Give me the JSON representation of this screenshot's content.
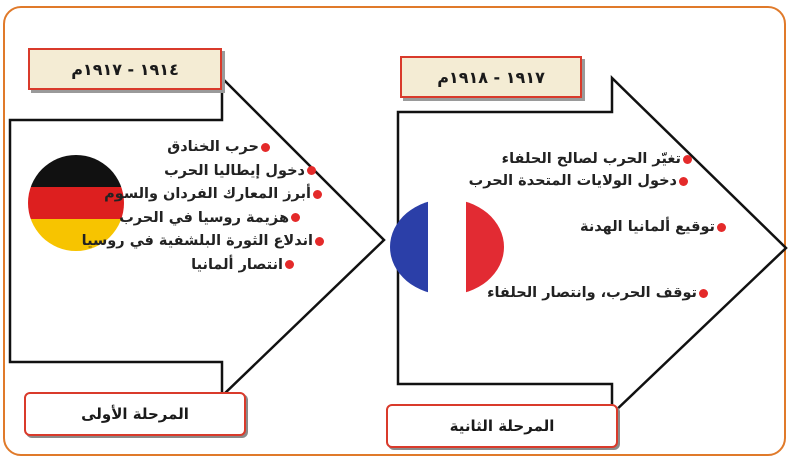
{
  "stage1": {
    "dates": "١٩١٤ - ١٩١٧م",
    "items": [
      "حرب الخنادق",
      "دخول إيطاليا الحرب",
      "أبرز المعارك الفردان والسوم",
      "هزيمة روسيا في الحرب",
      "اندلاع الثورة البلشفية في روسيا",
      "انتصار ألمانيا"
    ],
    "label": "المرحلة الأولى",
    "flag_colors": [
      "#111111",
      "#dd1f1f",
      "#f7c400"
    ],
    "flag_icon": "germany-flag"
  },
  "stage2": {
    "dates": "١٩١٧ - ١٩١٨م",
    "items": [
      "تغيّر الحرب لصالح الحلفاء",
      "دخول الولايات المتحدة الحرب",
      "توقيع ألمانيا الهدنة",
      "توقف الحرب، وانتصار الحلفاء"
    ],
    "label": "المرحلة الثانية",
    "flag_colors": [
      "#2b3fa8",
      "#ffffff",
      "#e22b33"
    ],
    "flag_icon": "france-flag"
  },
  "colors": {
    "frame": "#e07a2a",
    "accent_red": "#d93a2b",
    "bullet": "#e42a2a",
    "date_bg": "#f4ecd4"
  }
}
